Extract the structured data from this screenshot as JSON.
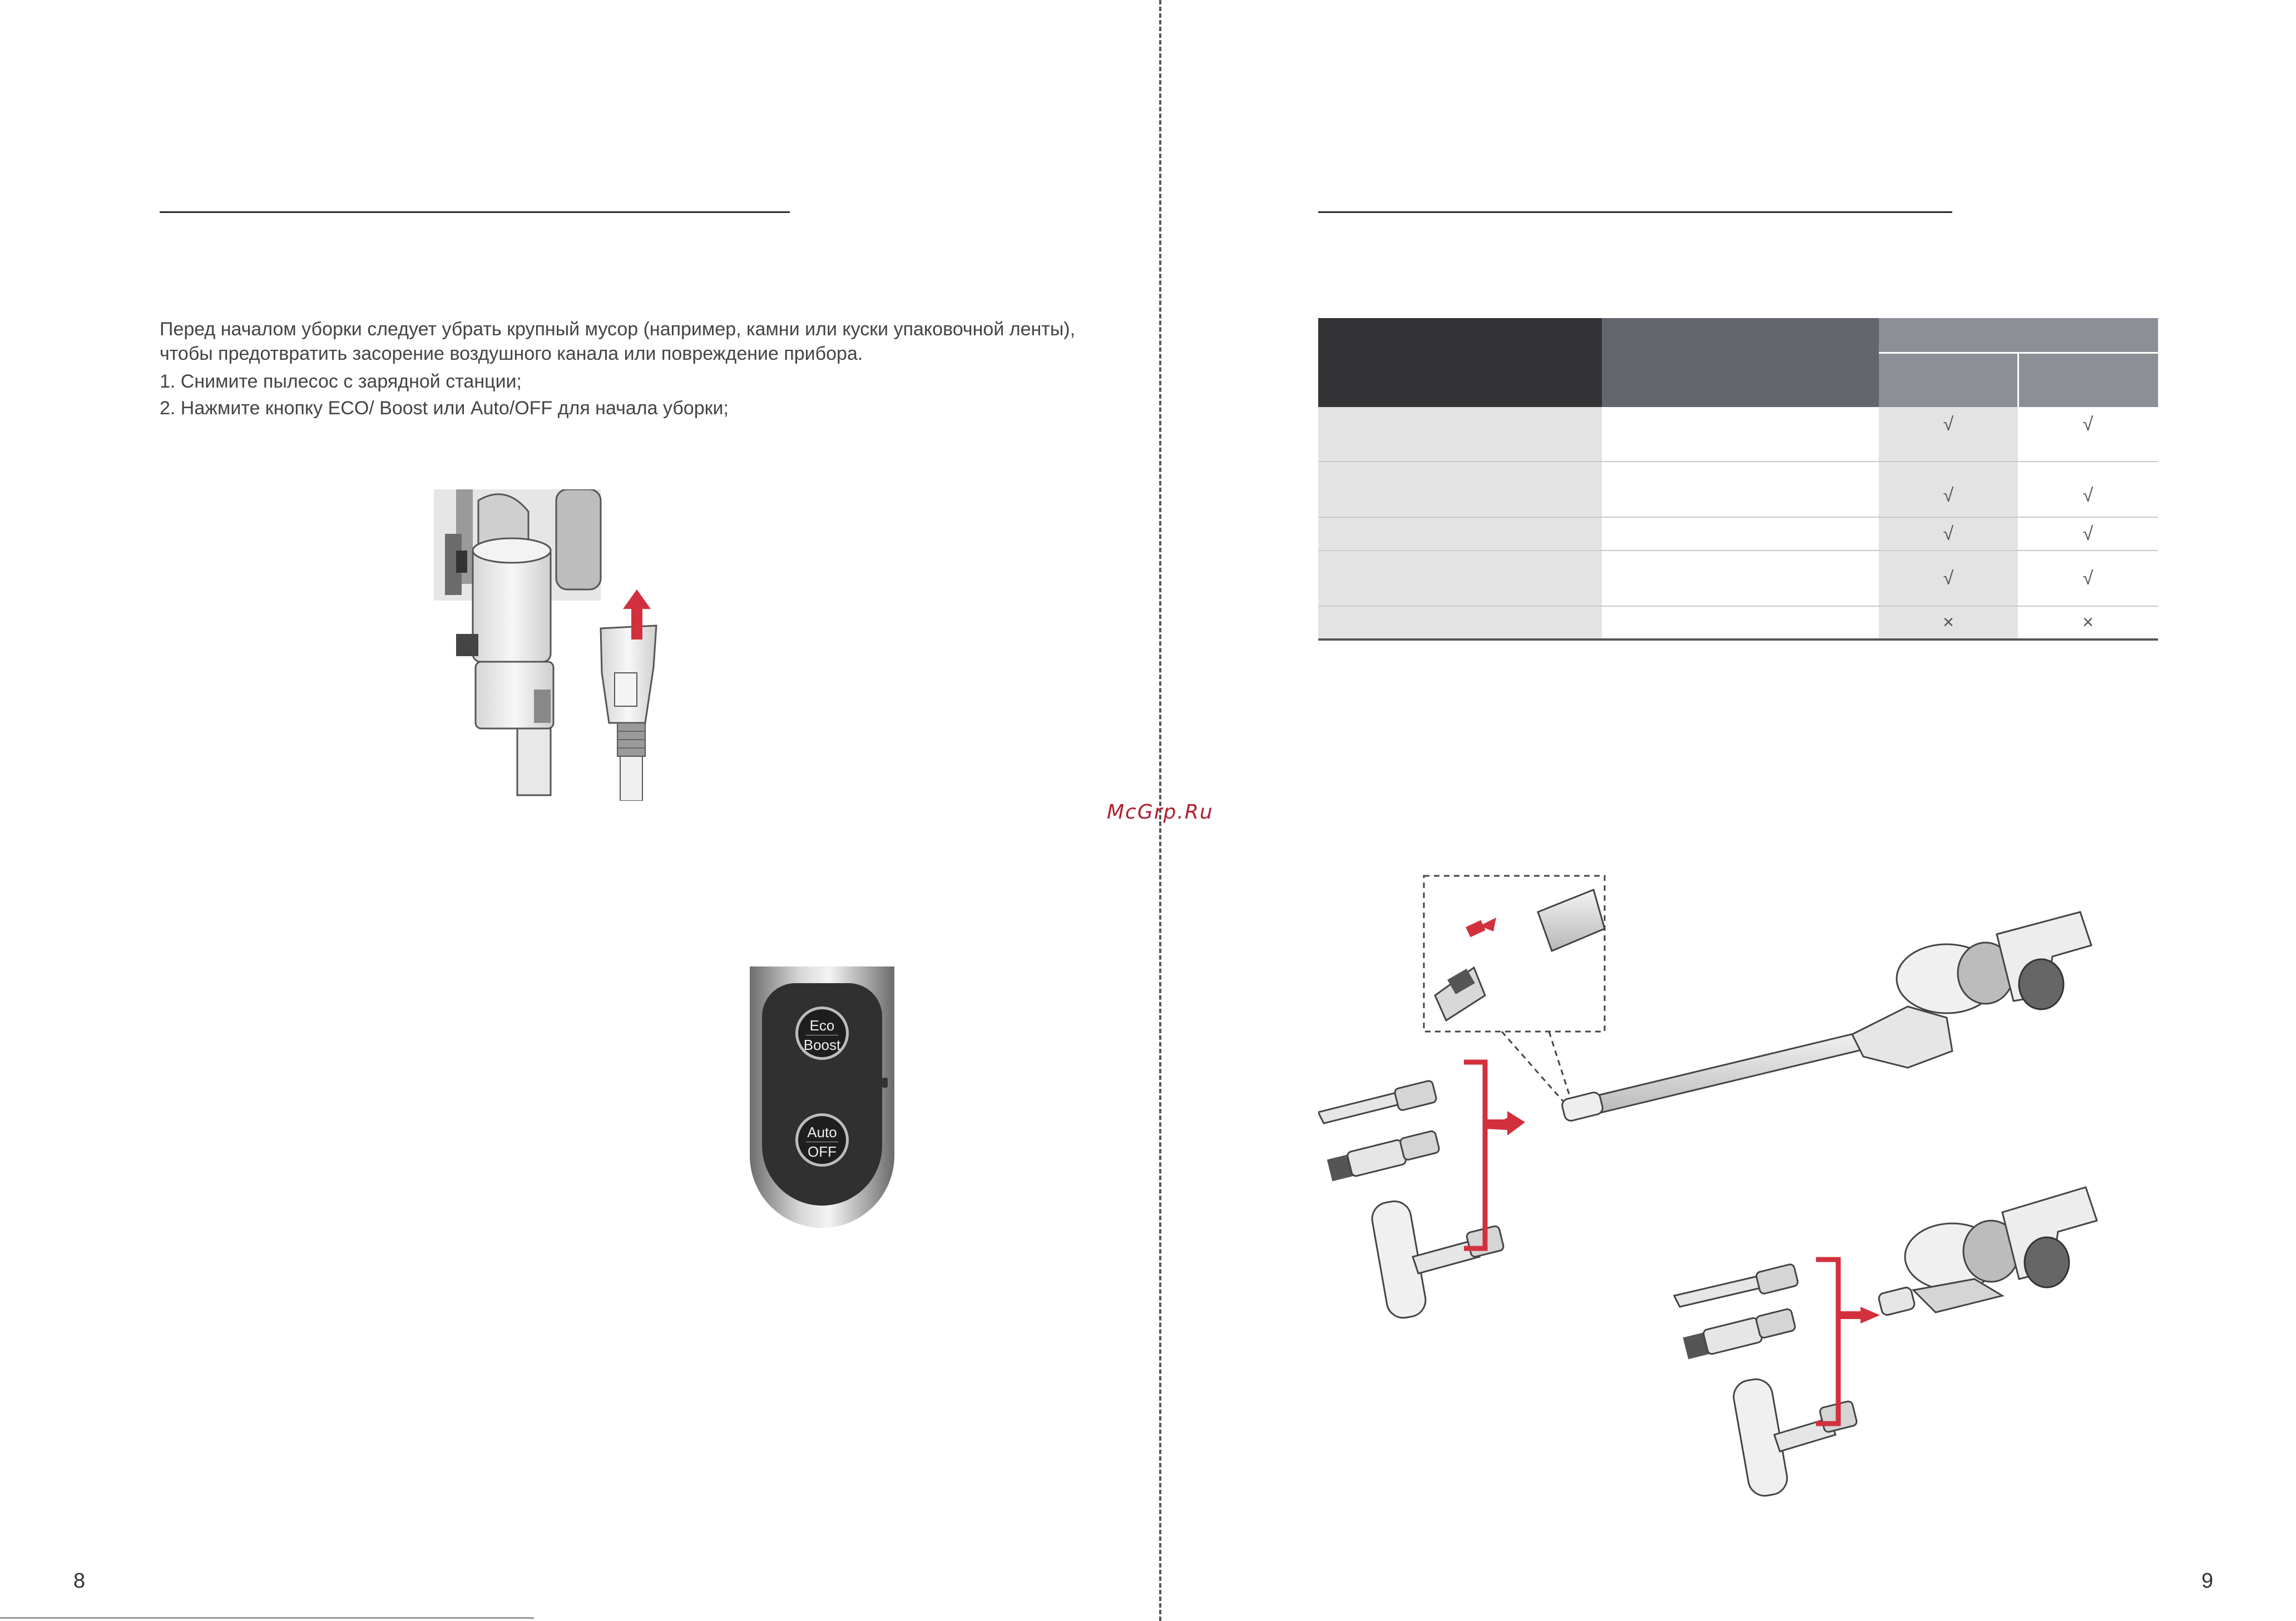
{
  "page_left": {
    "intro": "Перед началом уборки следует убрать крупный мусор (например, камни или куски упаковочной ленты), чтобы предотвратить засорение воздушного канала или повреждение прибора.",
    "steps": [
      "1.  Снимите пылесос с зарядной станции;",
      "2.  Нажмите кнопку ECO/ Boost или Auto/OFF для начала уборки;"
    ],
    "button_panel": {
      "top_label_1": "Eco",
      "top_label_2": "Boost",
      "bottom_label_1": "Auto",
      "bottom_label_2": "OFF"
    },
    "page_number": "8"
  },
  "page_right": {
    "table": {
      "rows": [
        {
          "c1": "√",
          "c2": "√"
        },
        {
          "c1": "√",
          "c2": "√"
        },
        {
          "c1": "√",
          "c2": "√"
        },
        {
          "c1": "√",
          "c2": "√"
        },
        {
          "c1": "×",
          "c2": "×"
        }
      ]
    },
    "page_number": "9"
  },
  "watermark": "McGrp.Ru",
  "colors": {
    "accent_red": "#d3303d",
    "table_dark": "#333335",
    "table_mid": "#63666d",
    "table_light": "#8c8f96",
    "row_gray": "#e4e3e4"
  }
}
